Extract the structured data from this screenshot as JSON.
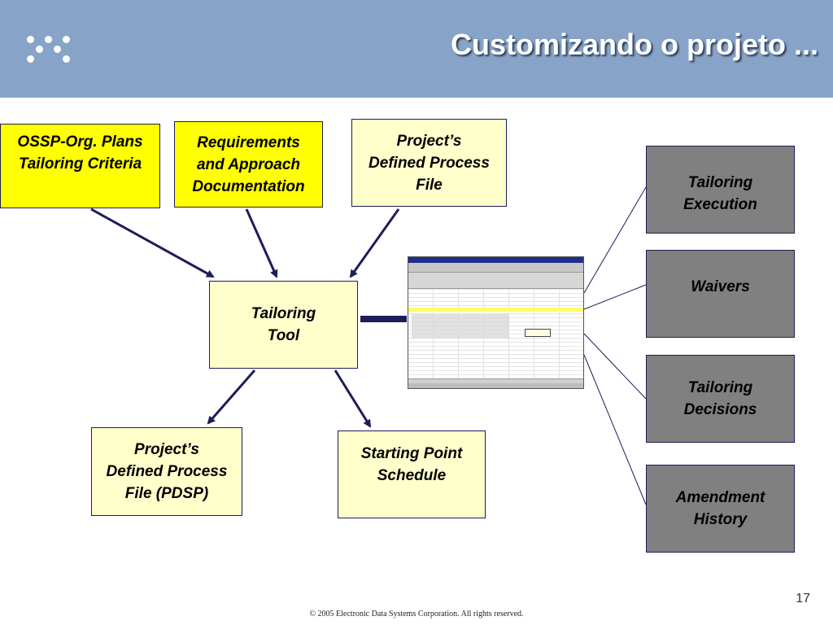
{
  "slide": {
    "title": "Customizando o projeto ...",
    "page_number": "17",
    "footer": "© 2005 Electronic Data Systems Corporation. All rights reserved."
  },
  "diagram": {
    "inputs": [
      {
        "id": "ossp",
        "label": "OSSP-Org. Plans\nTailoring Criteria"
      },
      {
        "id": "requirements",
        "label": "Requirements\nand Approach\nDocumentation"
      },
      {
        "id": "defined-process",
        "label": "Project’s\nDefined Process\nFile"
      }
    ],
    "center": {
      "id": "tailoring-tool",
      "label": "Tailoring\nTool"
    },
    "outputs": [
      {
        "id": "pdsp",
        "label": "Project’s\nDefined Process\nFile (PDSP)"
      },
      {
        "id": "schedule",
        "label": "Starting Point\nSchedule"
      }
    ],
    "side_items": [
      {
        "id": "execution",
        "label": "Tailoring\nExecution"
      },
      {
        "id": "waivers",
        "label": "Waivers"
      },
      {
        "id": "decisions",
        "label": "Tailoring\nDecisions"
      },
      {
        "id": "amendment",
        "label": "Amendment\nHistory"
      }
    ]
  },
  "colors": {
    "header": "#87a4c8",
    "yellow_box": "#ffff00",
    "cream_box": "#ffffcc",
    "gray_box": "#808080",
    "arrow": "#1d1d5a"
  }
}
